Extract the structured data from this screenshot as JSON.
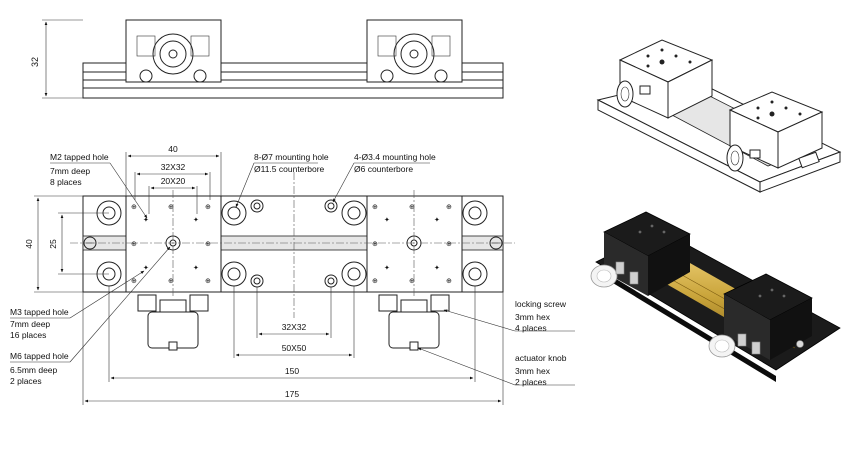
{
  "drawing": {
    "side_view": {
      "height_dim": "32"
    },
    "top_view": {
      "dims": {
        "d40_top": "40",
        "d32x32_top": "32X32",
        "d20x20": "20X20",
        "d40_left": "40",
        "d25_left": "25",
        "d32x32_bottom": "32X32",
        "d50x50": "50X50",
        "d150": "150",
        "d175": "175"
      },
      "callouts": {
        "m2": [
          "M2 tapped hole",
          "7mm deep",
          "8 places"
        ],
        "mount": [
          "8-Ø7 mounting hole",
          "Ø11.5 counterbore"
        ],
        "small": [
          "4-Ø3.4 mounting hole",
          "Ø6 counterbore"
        ],
        "m3": [
          "M3 tapped hole",
          "7mm deep",
          "16 places"
        ],
        "m6": [
          "M6 tapped hole",
          "6.5mm deep",
          "2 places"
        ],
        "lock": [
          "locking screw",
          "3mm hex",
          "4 places"
        ],
        "knob": [
          "actuator knob",
          "3mm hex",
          "2 places"
        ]
      }
    },
    "colors": {
      "line": "#222222",
      "rail_gold": "#c9a43a",
      "stage_black": "#1b1b1b"
    }
  }
}
